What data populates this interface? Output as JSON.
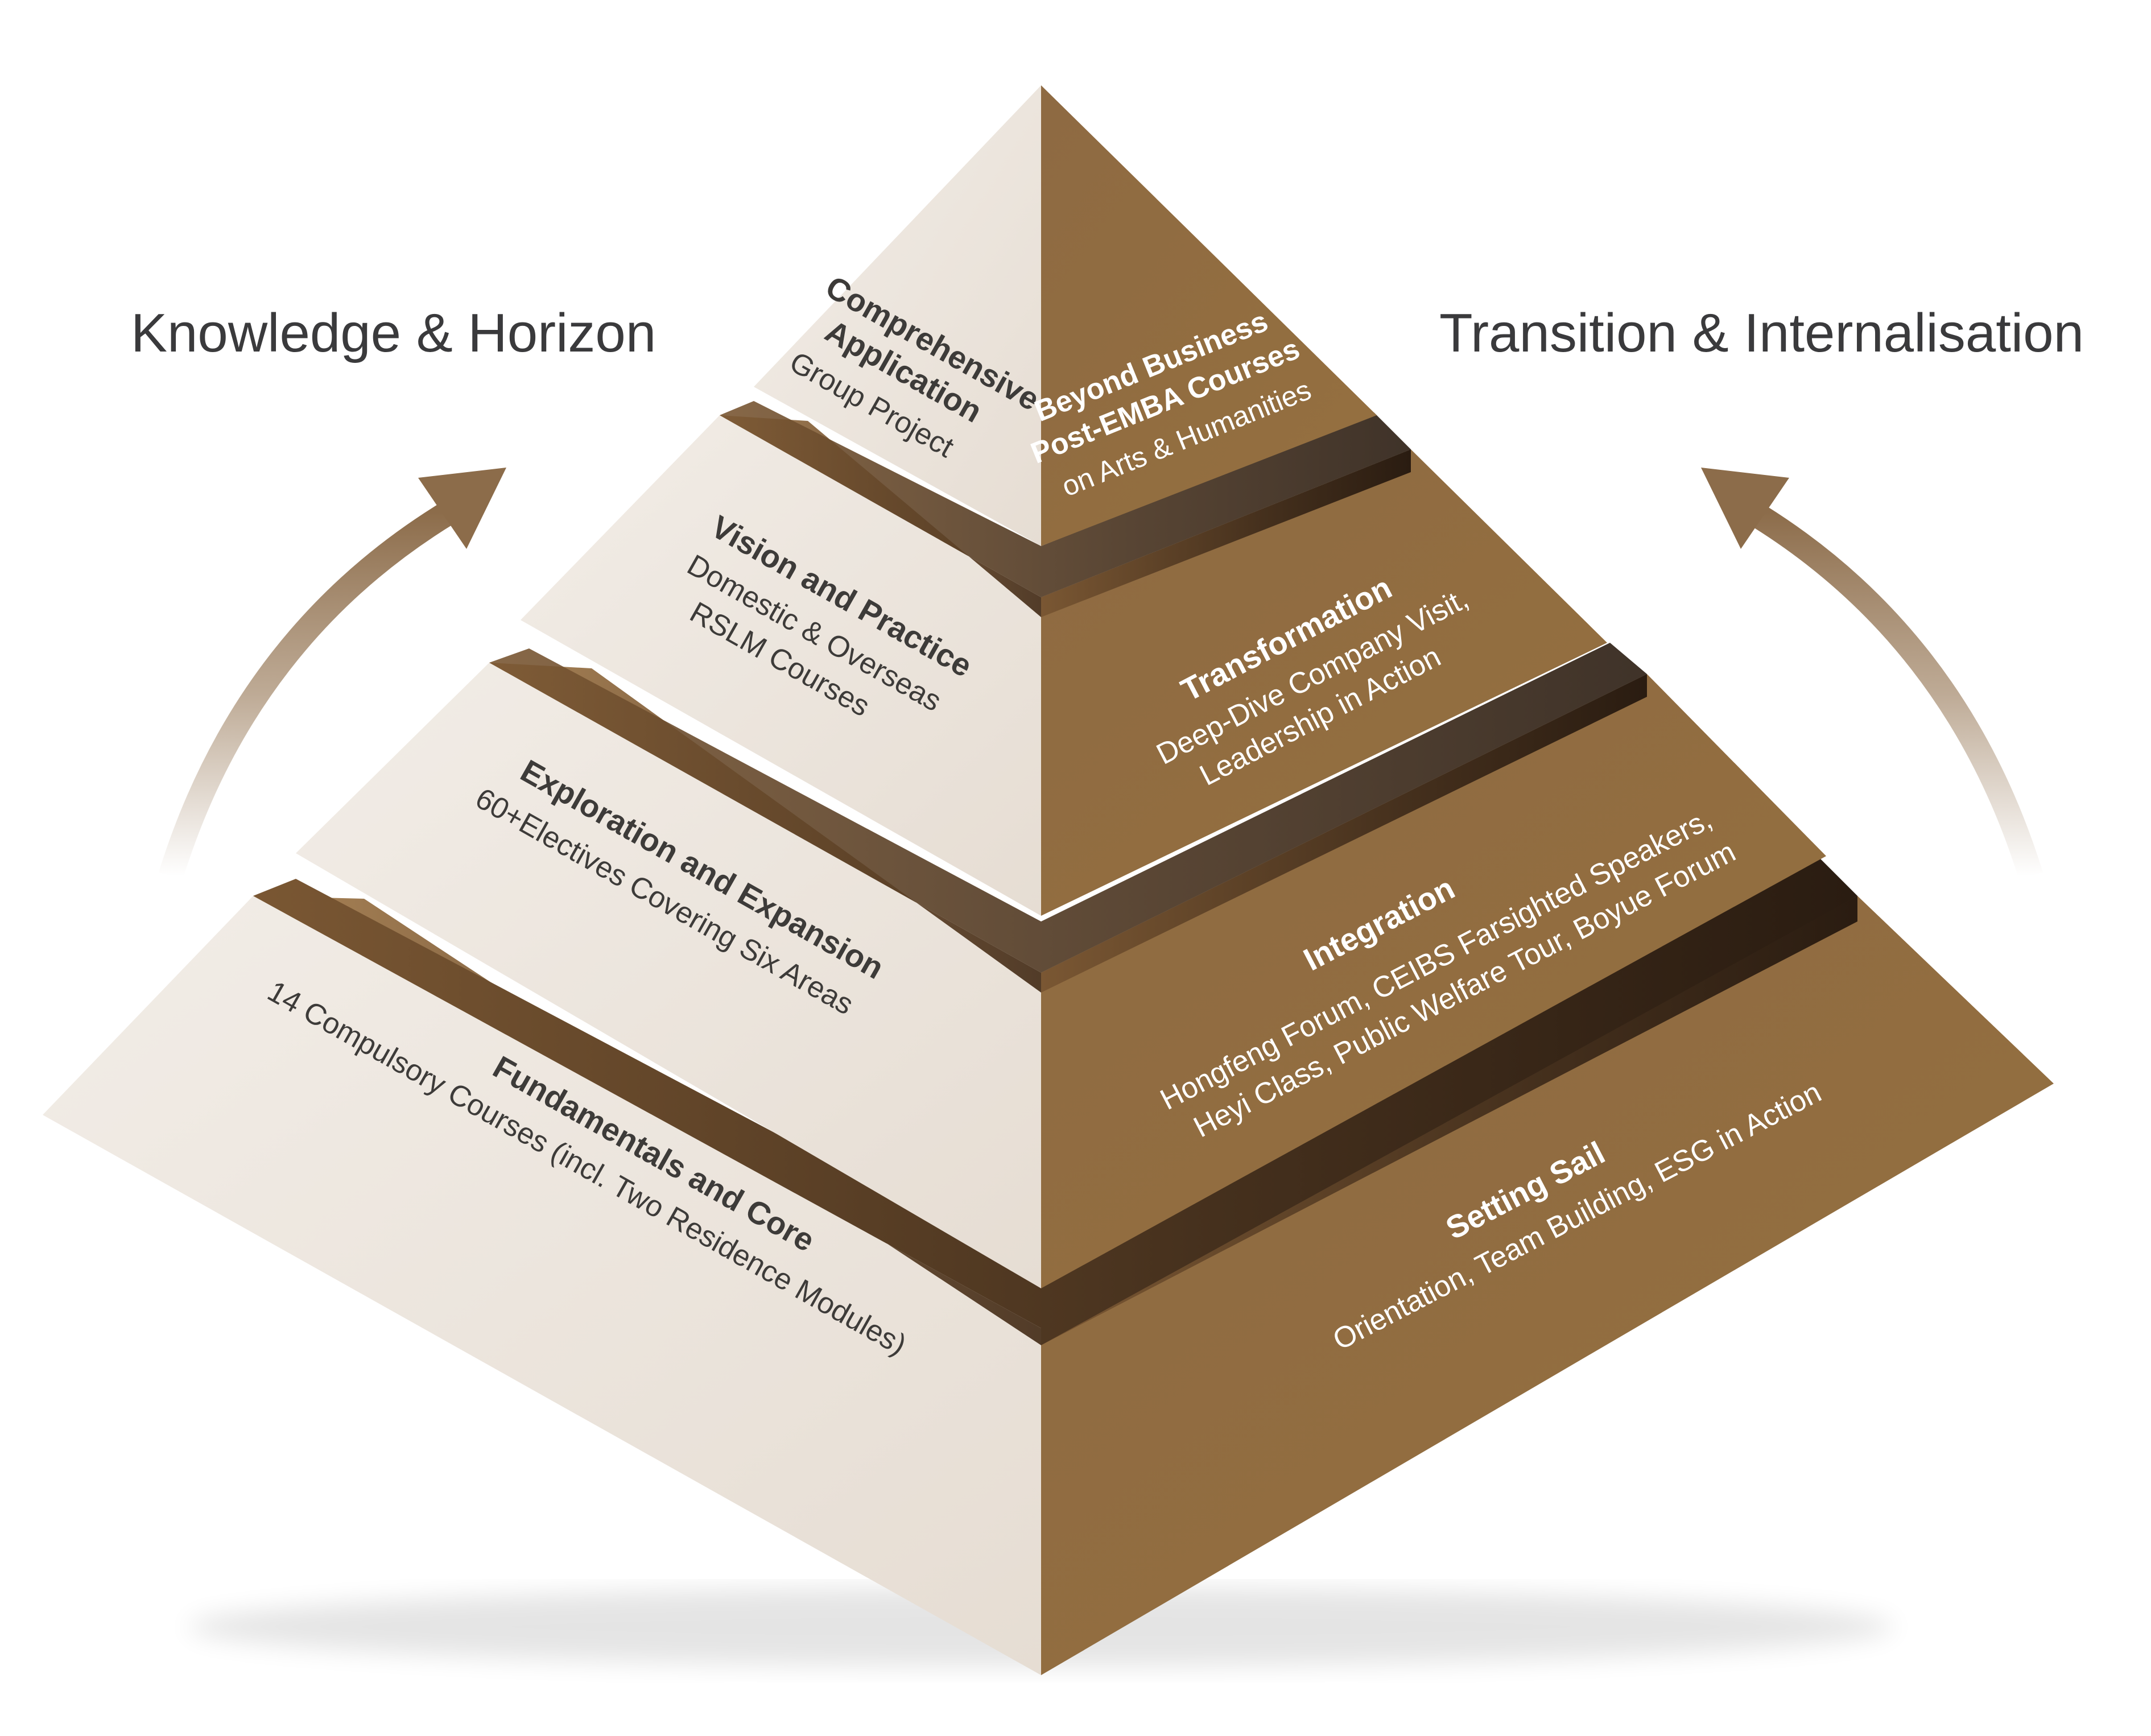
{
  "titles": {
    "left": "Knowledge & Horizon",
    "right": "Transition & Internalisation"
  },
  "tiers": [
    {
      "left_heading": "Fundamentals and Core",
      "left_sub": "14 Compulsory Courses (incl. Two Residence Modules)",
      "right_heading": "Setting Sail",
      "right_sub": "Orientation, Team Building, ESG in Action"
    },
    {
      "left_heading": "Exploration and Expansion",
      "left_sub": "60+Electives Covering Six Areas",
      "right_heading": "Integration",
      "right_sub_1": "Hongfeng Forum, CEIBS Farsighted Speakers,",
      "right_sub_2": "Heyi Class, Public Welfare Tour, Boyue Forum"
    },
    {
      "left_heading": "Vision and Practice",
      "left_sub_1": "Domestic & Overseas",
      "left_sub_2": "RSLM Courses",
      "right_heading": "Transformation",
      "right_sub_1": "Deep-Dive Company Visit,",
      "right_sub_2": "Leadership in Action"
    },
    {
      "left_heading_1": "Comprehensive",
      "left_heading_2": "Application",
      "left_sub": "Group Project",
      "right_heading_1": "Beyond Business",
      "right_heading_2": "Post-EMBA Courses",
      "right_sub": "on Arts & Humanities"
    }
  ],
  "colors": {
    "light_face": "#eae3dc",
    "dark_face": "#8f6a41",
    "groove": "#6f5032",
    "arrow": "#a88e72"
  },
  "icons": {
    "left_arrow": "curved-arrow-up-right",
    "right_arrow": "curved-arrow-up-left"
  }
}
